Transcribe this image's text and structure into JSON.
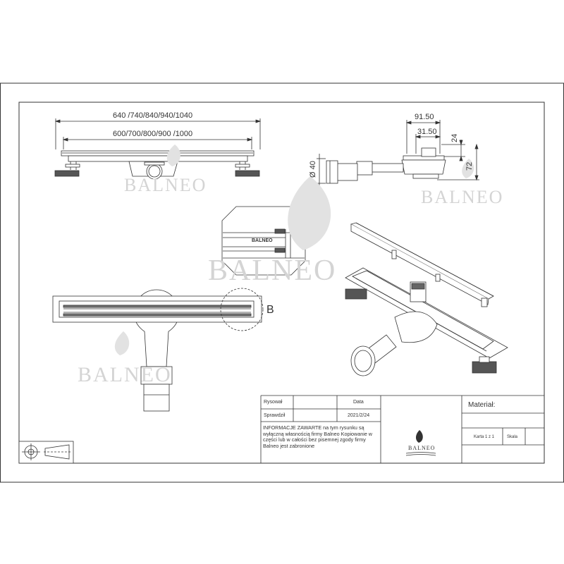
{
  "drawing": {
    "dims": {
      "overall_lengths": "640 /740/840/940/1040",
      "grate_lengths": "600/700/800/900 /1000",
      "side_width_outer": "91.50",
      "side_width_inner": "31.50",
      "grate_height": "24",
      "total_height": "72",
      "outlet_diameter": "Ø 40"
    },
    "detail_label": "B",
    "detail_logo": "BALNEO",
    "watermark": "BALNEO"
  },
  "title_block": {
    "rysowal_label": "Rysował",
    "sprawdzil_label": "Sprawdził",
    "data_label": "Data",
    "date_value": "2021/2/24",
    "material_label": "Materiał:",
    "info_text": "INFORMACJE ZAWARTE na tym rysunku są wyłączną własnością firmy Balneo Kopiowanie w części lub w całości bez pisemnej zgody firmy Balneo jest zabronione",
    "logo_text": "BALNEO",
    "karta_label": "Karta 1 z 1",
    "skala_label": "Skala"
  }
}
